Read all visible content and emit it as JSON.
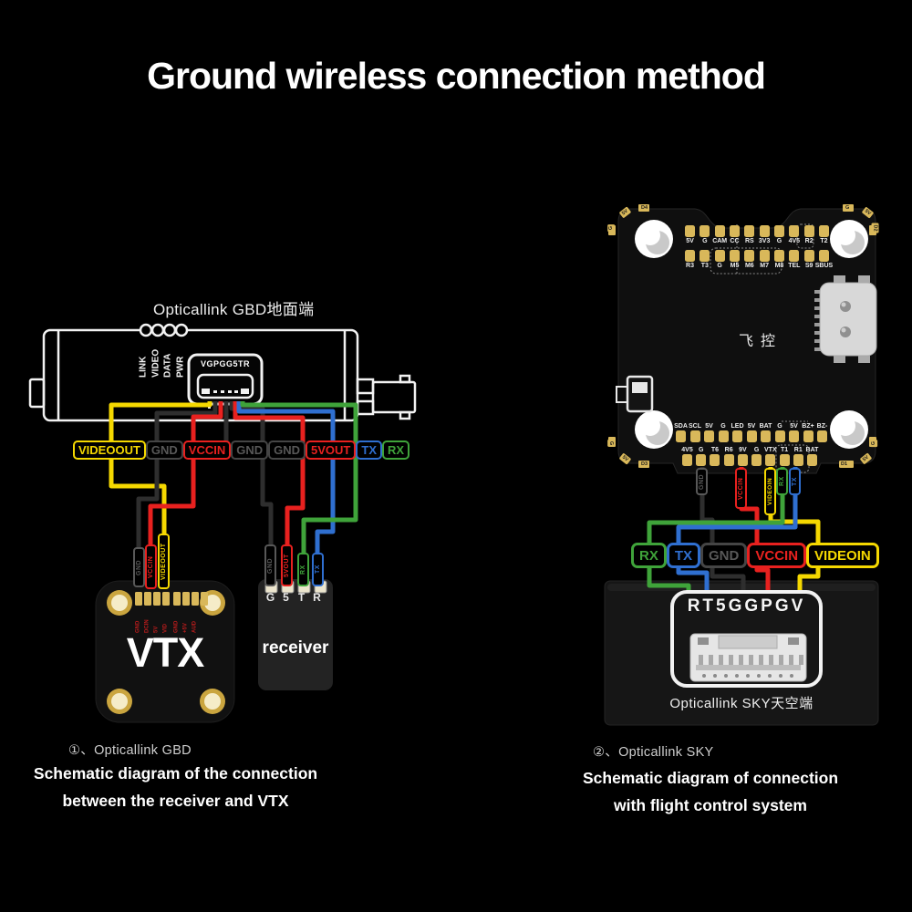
{
  "title": "Ground wireless connection method",
  "colors": {
    "yellow": "#f5d800",
    "red": "#e8211f",
    "blue": "#2f6fd0",
    "green": "#3fa33a",
    "gray": "#4a4a4a",
    "pad_gold": "#d9b85a"
  },
  "gbd": {
    "title": "Opticallink GBD地面端",
    "led_labels": [
      "LINK",
      "VIDEO",
      "DATA",
      "PWR"
    ],
    "connector_label": "VGPGG5TR",
    "wire_labels": [
      {
        "t": "VIDEOOUT",
        "c": "yellow"
      },
      {
        "t": "GND",
        "c": "gray"
      },
      {
        "t": "VCCIN",
        "c": "red"
      },
      {
        "t": "GND",
        "c": "gray"
      },
      {
        "t": "GND",
        "c": "gray"
      },
      {
        "t": "5VOUT",
        "c": "red"
      },
      {
        "t": "TX",
        "c": "blue"
      },
      {
        "t": "RX",
        "c": "green"
      }
    ],
    "vtx": {
      "label": "VTX",
      "wire_tags": [
        {
          "t": "GND",
          "c": "gray"
        },
        {
          "t": "VCCIN",
          "c": "red"
        },
        {
          "t": "VIDEOOUT",
          "c": "yellow"
        }
      ],
      "pin_labels": [
        "GND",
        "DCIN",
        "5V",
        "VID",
        "GND",
        "+5V",
        "AUD"
      ]
    },
    "receiver": {
      "label": "receiver",
      "wire_tags": [
        {
          "t": "GND",
          "c": "gray"
        },
        {
          "t": "5VOUT",
          "c": "red"
        },
        {
          "t": "RX",
          "c": "green"
        },
        {
          "t": "TX",
          "c": "blue"
        }
      ],
      "pin_labels": [
        "G",
        "5",
        "T",
        "R"
      ]
    },
    "caption_num": "①、Opticallink GBD",
    "caption_line1": "Schematic diagram of the connection",
    "caption_line2": "between the receiver and VTX"
  },
  "sky": {
    "fc_label": "飞控",
    "fc_top_row1": [
      "5V",
      "G",
      "CAM",
      "CC",
      "RS",
      "3V3",
      "G",
      "4V5",
      "R2",
      "T2"
    ],
    "fc_top_row2": [
      "R3",
      "T3",
      "G",
      "M5",
      "M6",
      "M7",
      "M8",
      "TEL",
      "S9",
      "SBUS"
    ],
    "fc_bottom_row1": [
      "SDA",
      "SCL",
      "5V",
      "G",
      "LED",
      "5V",
      "BAT",
      "G",
      "5V",
      "BZ+",
      "BZ-"
    ],
    "fc_bottom_row2": [
      "4V5",
      "G",
      "T6",
      "R6",
      "9V",
      "G",
      "VTX",
      "T1",
      "R1",
      "BAT"
    ],
    "fc_corner_labels": {
      "tl": [
        "G",
        "5V",
        "D4"
      ],
      "tr": [
        "G",
        "5V",
        "D2"
      ],
      "bl": [
        "G",
        "5V",
        "D3"
      ],
      "br": [
        "G",
        "5V",
        "D1"
      ]
    },
    "wire_tags": [
      {
        "t": "GND",
        "c": "gray"
      },
      {
        "t": "VCCIN",
        "c": "red"
      },
      {
        "t": "VIDEOIN",
        "c": "yellow"
      },
      {
        "t": "RX",
        "c": "green"
      },
      {
        "t": "TX",
        "c": "blue"
      }
    ],
    "wire_labels": [
      {
        "t": "RX",
        "c": "green"
      },
      {
        "t": "TX",
        "c": "blue"
      },
      {
        "t": "GND",
        "c": "gray"
      },
      {
        "t": "VCCIN",
        "c": "red"
      },
      {
        "t": "VIDEOIN",
        "c": "yellow"
      }
    ],
    "box_connector_label": "RT5GGPGV",
    "box_label": "Opticallink SKY天空端",
    "caption_num": "②、Opticallink SKY",
    "caption_line1": "Schematic diagram of connection",
    "caption_line2": "with flight control system"
  }
}
